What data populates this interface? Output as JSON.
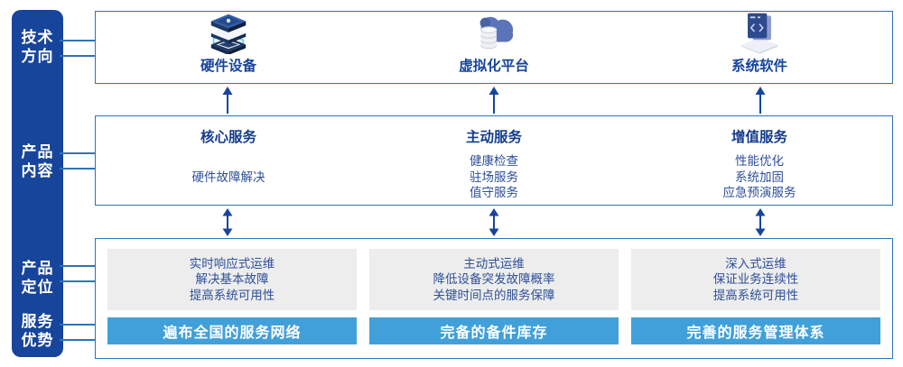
{
  "colors": {
    "sidebar_bg": "#17459C",
    "panel_border": "#2E74B5",
    "title_navy": "#143C8D",
    "body_blue": "#2E4F99",
    "bar_blue": "#41A0D9",
    "gray_box": "#EDEDED",
    "arrow_navy": "#17459C",
    "connector_blue": "#2E74B5"
  },
  "sidebar": {
    "items": [
      {
        "label": "技术\n方向"
      },
      {
        "label": "产品\n内容"
      },
      {
        "label": "产品\n定位"
      },
      {
        "label": "服务\n优势"
      }
    ]
  },
  "tech_row": {
    "items": [
      {
        "icon": "server-stack-icon",
        "label": "硬件设备"
      },
      {
        "icon": "cloud-database-icon",
        "label": "虚拟化平台"
      },
      {
        "icon": "code-window-icon",
        "label": "系统软件"
      }
    ]
  },
  "content_row": {
    "columns": [
      {
        "title": "核心服务",
        "items": [
          "硬件故障解决"
        ]
      },
      {
        "title": "主动服务",
        "items": [
          "健康检查",
          "驻场服务",
          "值守服务"
        ]
      },
      {
        "title": "增值服务",
        "items": [
          "性能优化",
          "系统加固",
          "应急预演服务"
        ]
      }
    ]
  },
  "position_row": {
    "columns": [
      {
        "lines": [
          "实时响应式运维",
          "解决基本故障",
          "提高系统可用性"
        ],
        "bar": "遍布全国的服务网络"
      },
      {
        "lines": [
          "主动式运维",
          "降低设备突发故障概率",
          "关键时间点的服务保障"
        ],
        "bar": "完备的备件库存"
      },
      {
        "lines": [
          "深入式运维",
          "保证业务连续性",
          "提高系统可用性"
        ],
        "bar": "完善的服务管理体系"
      }
    ]
  }
}
